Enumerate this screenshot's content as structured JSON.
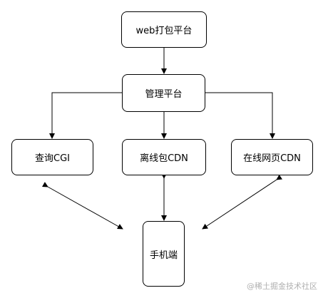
{
  "nodes": {
    "web_packaging_platform": "web打包平台",
    "management_platform": "管理平台",
    "query_cgi": "查询CGI",
    "offline_package_cdn": "离线包CDN",
    "online_webpage_cdn": "在线网页CDN",
    "mobile_client": "手机端"
  },
  "watermark": "@稀土掘金技术社区"
}
